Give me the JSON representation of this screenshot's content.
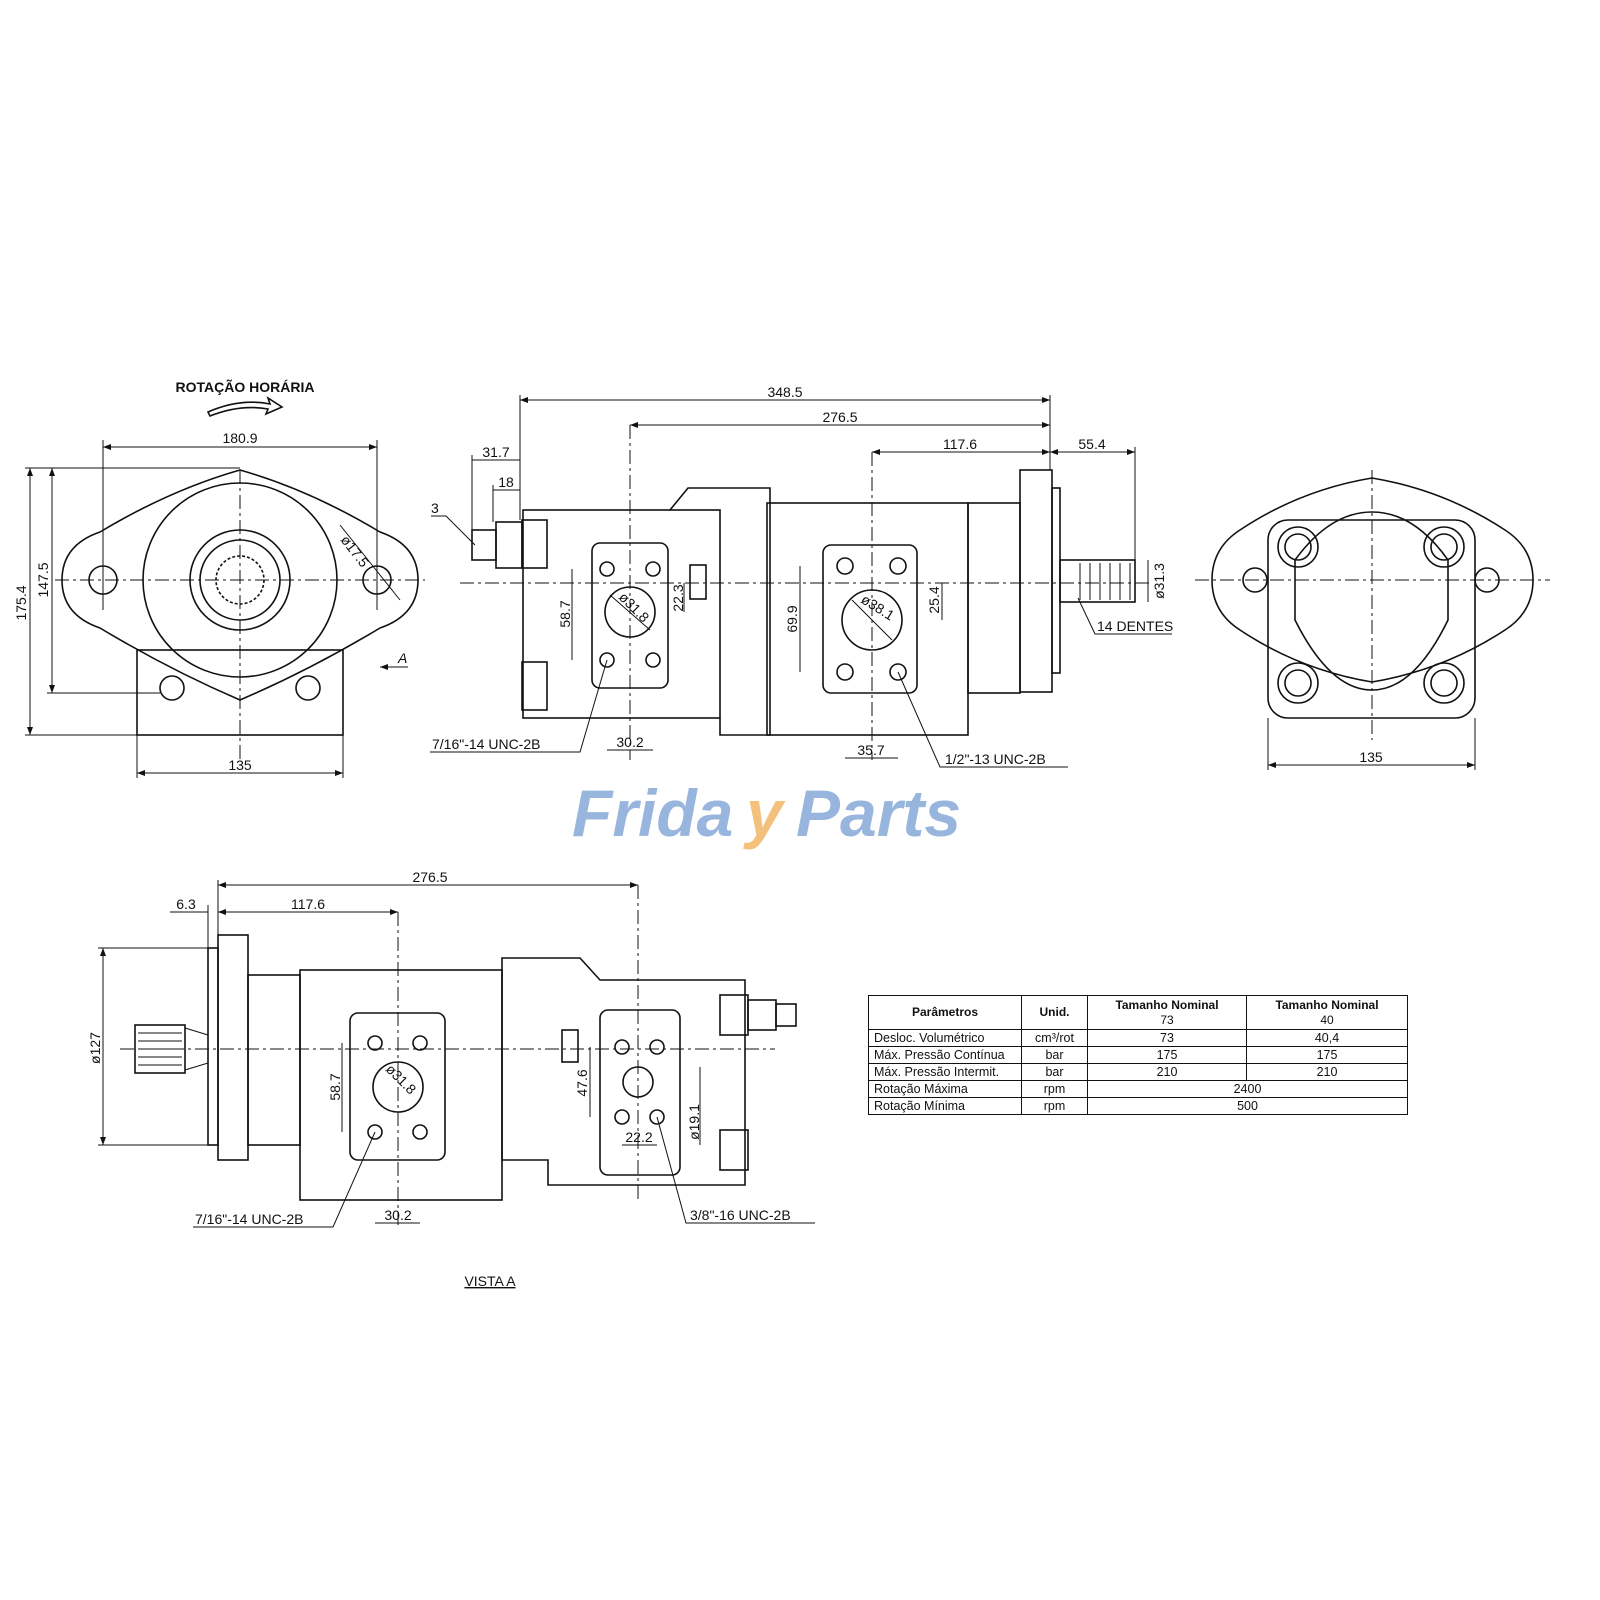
{
  "front_view": {
    "rotation_label": "ROTAÇÃO HORÁRIA",
    "dim_width": "180.9",
    "dim_height_outer": "175.4",
    "dim_height_inner": "147.5",
    "dim_hole": "ø17.5",
    "dim_base": "135",
    "view_marker": "A"
  },
  "side_view": {
    "dim_total": "348.5",
    "dim_276": "276.5",
    "dim_117": "117.6",
    "dim_shaft": "55.4",
    "dim_fitting": "31.7",
    "dim_18": "18",
    "callout_3": "3",
    "dim_58_7": "58.7",
    "dim_22_3": "22.3",
    "dim_69_9": "69.9",
    "dim_25_4": "25.4",
    "dim_port1": "ø31.8",
    "dim_port2": "ø38.1",
    "dim_shaft_dia": "ø31.3",
    "teeth": "14 DENTES",
    "dim_30_2": "30.2",
    "dim_35_7": "35.7",
    "thread1": "7/16\"-14 UNC-2B",
    "thread2": "1/2\"-13 UNC-2B"
  },
  "rear_view": {
    "dim_base": "135"
  },
  "bottom_view": {
    "dim_276": "276.5",
    "dim_117": "117.6",
    "dim_6_3": "6.3",
    "dim_127": "ø127",
    "dim_58_7": "58.7",
    "dim_port1": "ø31.8",
    "dim_47_6": "47.6",
    "dim_19_1": "ø19.1",
    "dim_22_2": "22.2",
    "dim_30_2": "30.2",
    "thread1": "7/16\"-14 UNC-2B",
    "thread2": "3/8\"-16 UNC-2B",
    "title": "VISTA  A"
  },
  "watermark": {
    "part1": "Frida",
    "part2": "y",
    "part3": "Parts",
    "color_blue": "#7fa3d6",
    "color_orange": "#f2b25c"
  },
  "spec_table": {
    "headers": [
      "Parâmetros",
      "Unid.",
      "Tamanho Nominal",
      "73",
      "Tamanho Nominal",
      "40"
    ],
    "rows": [
      [
        "Desloc. Volumétrico",
        "cm³/rot",
        "73",
        "40,4"
      ],
      [
        "Máx. Pressão Contínua",
        "bar",
        "175",
        "175"
      ],
      [
        "Máx. Pressão Intermit.",
        "bar",
        "210",
        "210"
      ],
      [
        "Rotação Máxima",
        "rpm",
        "2400"
      ],
      [
        "Rotação Mínima",
        "rpm",
        "500"
      ]
    ]
  }
}
